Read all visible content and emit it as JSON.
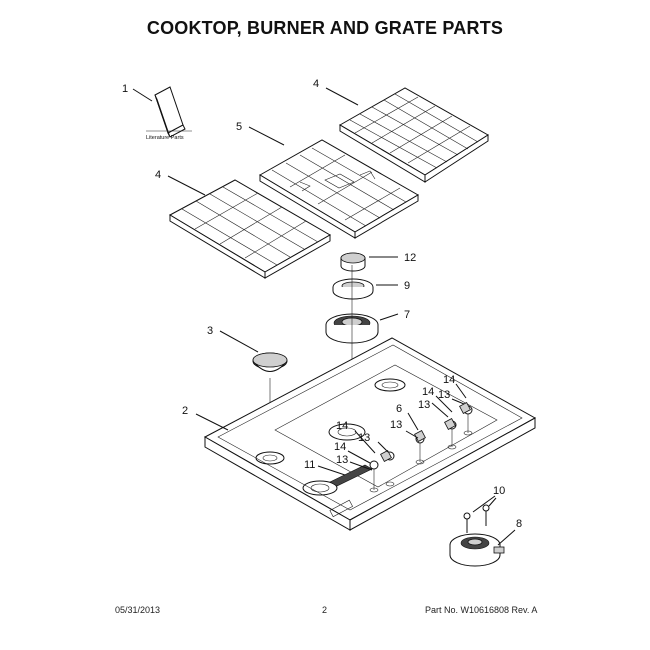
{
  "title": "COOKTOP, BURNER AND GRATE PARTS",
  "literature_label": "Literature Parts",
  "callouts": {
    "c1": "1",
    "c2": "2",
    "c3": "3",
    "c4a": "4",
    "c4b": "4",
    "c5": "5",
    "c6": "6",
    "c7": "7",
    "c8": "8",
    "c9": "9",
    "c10": "10",
    "c11": "11",
    "c12": "12",
    "c13a": "13",
    "c13b": "13",
    "c13c": "13",
    "c13d": "13",
    "c13e": "13",
    "c14a": "14",
    "c14b": "14",
    "c14c": "14",
    "c14d": "14"
  },
  "footer": {
    "date": "05/31/2013",
    "page": "2",
    "part": "Part No. W10616808  Rev. A"
  }
}
